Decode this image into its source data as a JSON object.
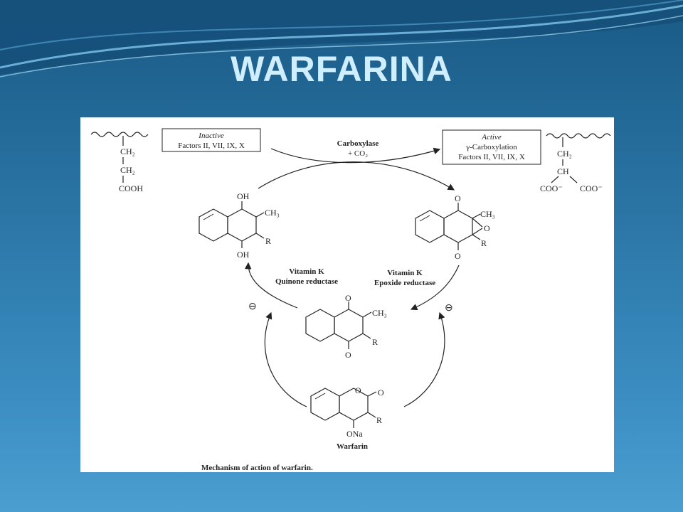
{
  "slide": {
    "title": "WARFARINA"
  },
  "figure": {
    "caption": "Mechanism of action of warfarin.",
    "inactive_box": {
      "heading": "Inactive",
      "factors": "Factors II, VII, IX, X"
    },
    "active_box": {
      "heading": "Active",
      "reaction": "γ-Carboxylation",
      "factors": "Factors II, VII, IX, X"
    },
    "carboxylase": {
      "enzyme": "Carboxylase",
      "cofactor": "+ CO₂"
    },
    "left_chain": {
      "ch2_top": "CH₂",
      "ch2_bottom": "CH₂",
      "acid": "COOH"
    },
    "right_chain": {
      "ch2": "CH₂",
      "ch": "CH",
      "carboxylate_left": "COO⁻",
      "carboxylate_right": "COO⁻"
    },
    "hydroquinone": {
      "oh_top": "OH",
      "oh_bottom": "OH",
      "methyl": "CH₃",
      "r": "R"
    },
    "epoxide": {
      "o_top": "O",
      "o_bottom": "O",
      "o_epoxide": "O",
      "methyl": "CH₃",
      "r": "R"
    },
    "quinone": {
      "o_top": "O",
      "o_bottom": "O",
      "methyl": "CH₃",
      "r": "R"
    },
    "warfarin": {
      "ring_o": "O",
      "carbonyl_o": "O",
      "r": "R",
      "ona": "ONa",
      "label": "Warfarin"
    },
    "quinone_reductase": {
      "line1": "Vitamin K",
      "line2": "Quinone reductase"
    },
    "epoxide_reductase": {
      "line1": "Vitamin K",
      "line2": "Epoxide reductase"
    },
    "inhibition_symbol": "⊖"
  },
  "colors": {
    "background_top": "#1a5a86",
    "background_bottom": "#4a9ed0",
    "title": "#cfeeff",
    "panel": "#ffffff",
    "ink": "#222222"
  }
}
